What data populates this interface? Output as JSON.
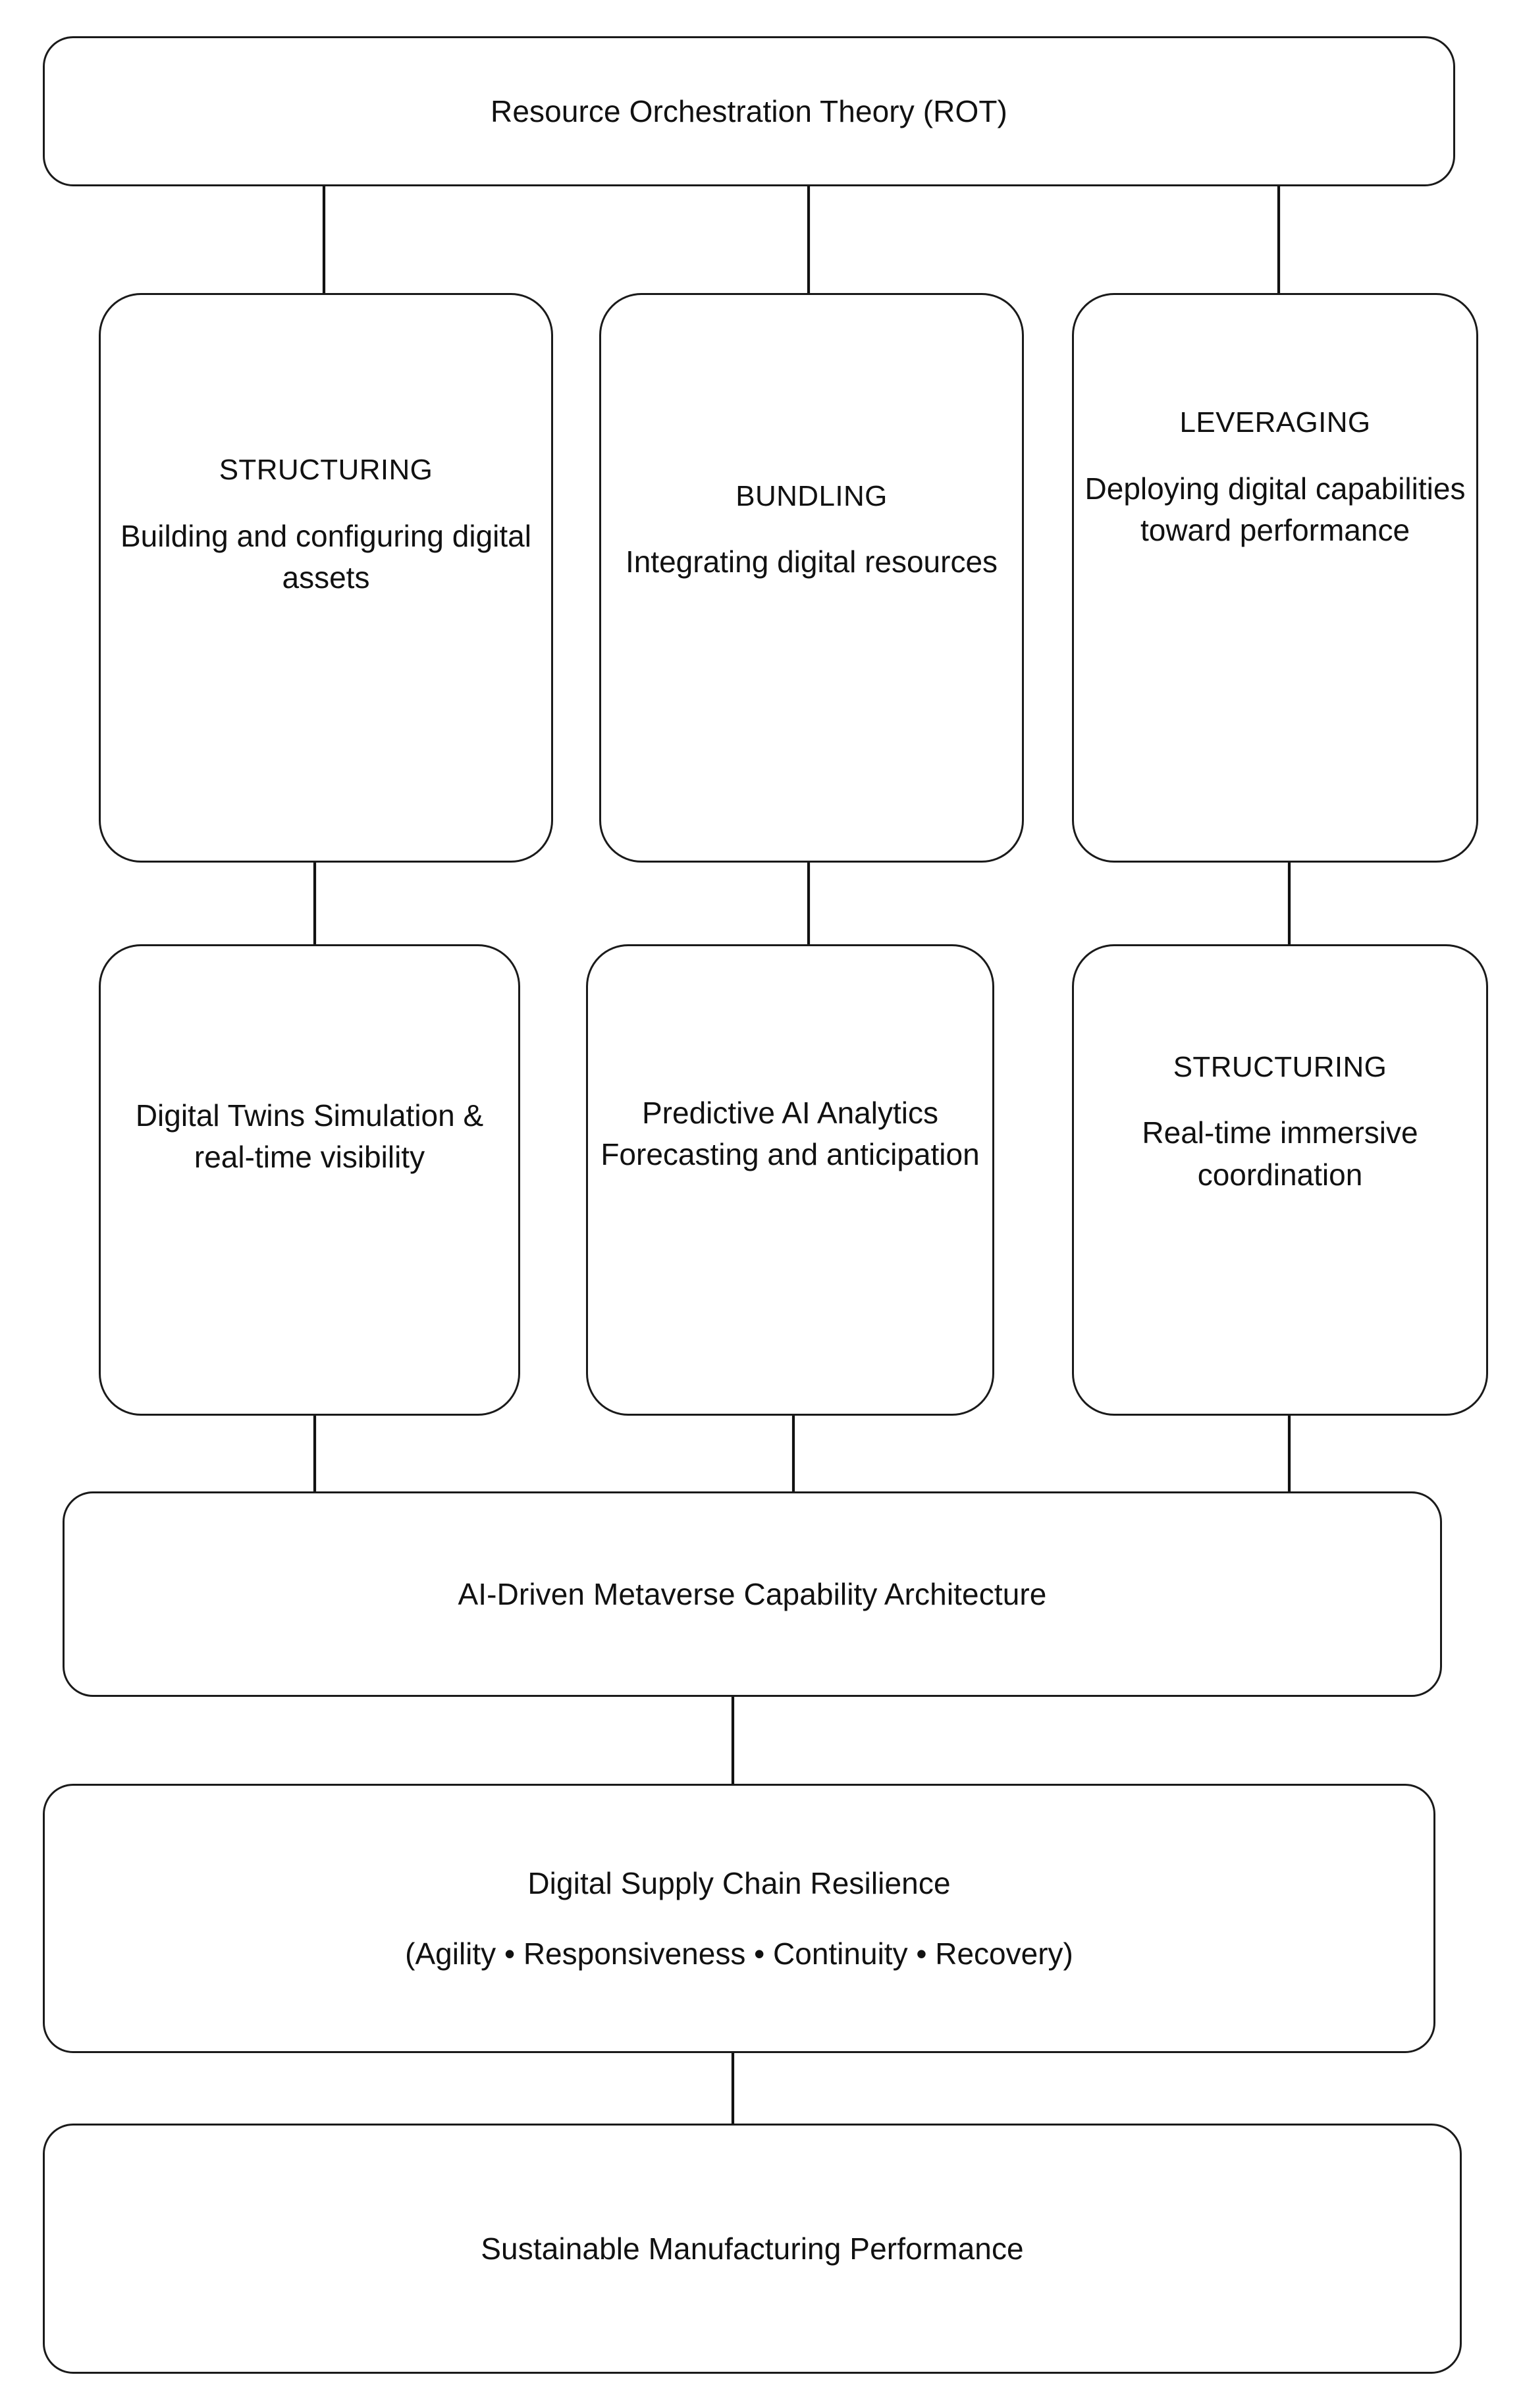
{
  "diagram": {
    "title_node": {
      "id": "rot",
      "label": "Resource Orchestration Theory (ROT)"
    },
    "dimension_nodes": [
      {
        "id": "structuring",
        "heading": "STRUCTURING",
        "body": "Building and configuring digital assets"
      },
      {
        "id": "bundling",
        "heading": "BUNDLING",
        "body": "Integrating digital resources"
      },
      {
        "id": "leveraging",
        "heading": "LEVERAGING",
        "body": "Deploying digital capabilities toward performance"
      }
    ],
    "capability_nodes": [
      {
        "id": "digital-twins",
        "heading": "",
        "body": "Digital Twins Simulation & real-time visibility"
      },
      {
        "id": "predictive-ai",
        "heading": "",
        "body": "Predictive AI Analytics Forecasting and anticipation"
      },
      {
        "id": "immersive-coordination",
        "heading": "STRUCTURING",
        "body": "Real-time immersive coordination"
      }
    ],
    "architecture_node": {
      "id": "architecture",
      "label": "AI-Driven Metaverse Capability Architecture"
    },
    "resilience_node": {
      "id": "resilience",
      "title": "Digital Supply Chain Resilience",
      "dimensions": "(Agility • Responsiveness • Continuity • Recovery)"
    },
    "outcome_node": {
      "id": "outcome",
      "label": "Sustainable Manufacturing Performance"
    },
    "colors": {
      "stroke": "#1a1a1a",
      "fill": "#ffffff",
      "text": "#111111"
    }
  }
}
